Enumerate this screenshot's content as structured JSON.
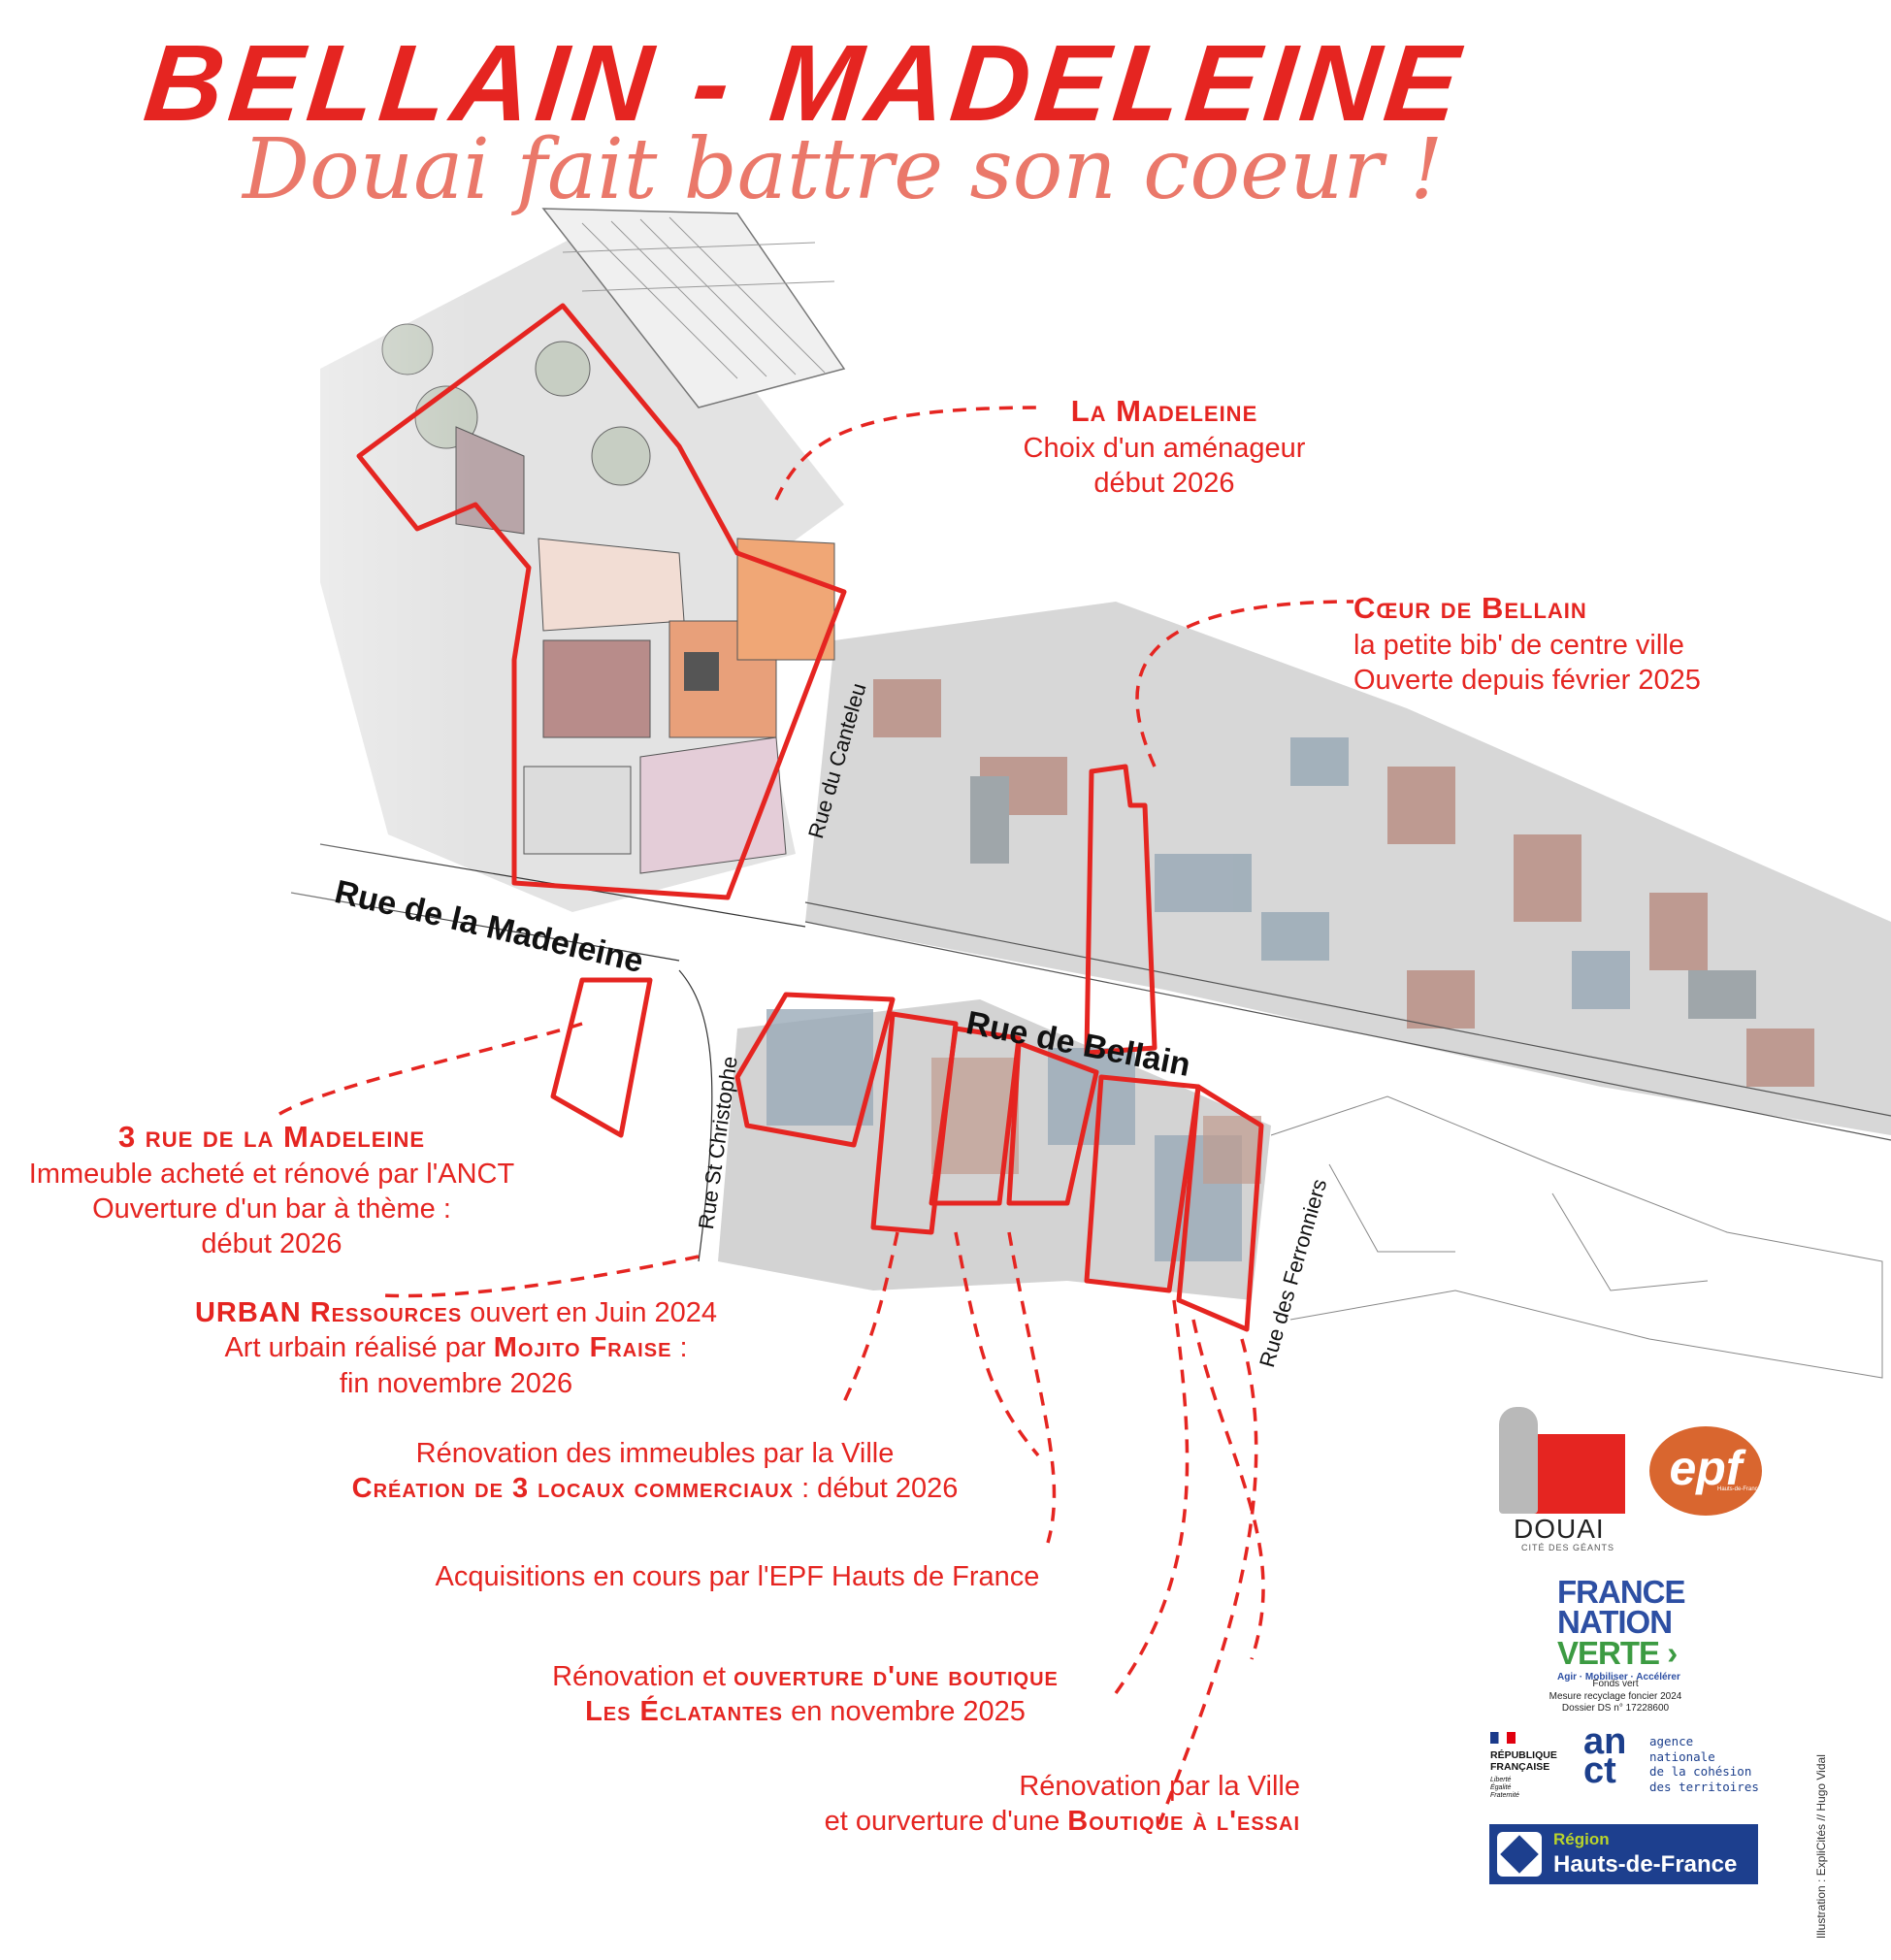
{
  "title": "BELLAIN - MADELEINE",
  "subtitle": "Douai fait battre son coeur !",
  "streets": {
    "madeleine": "Rue de la Madeleine",
    "bellain": "Rue de Bellain",
    "canteleu": "Rue du Canteleu",
    "st_christophe": "Rue St Christophe",
    "ferronniers": "Rue des Ferronniers"
  },
  "annotations": {
    "la_madeleine": {
      "heading": "La Madeleine",
      "line1": "Choix d'un aménageur",
      "line2": "début 2026"
    },
    "coeur_bellain": {
      "heading": "Cœur de Bellain",
      "line1": "la petite bib' de centre ville",
      "line2": "Ouverte depuis février 2025"
    },
    "rue_madeleine_3": {
      "heading": "3 rue de la Madeleine",
      "line1": "Immeuble acheté et rénové par l'ANCT",
      "line2": "Ouverture d'un bar à thème :",
      "line3": "début 2026"
    },
    "urban": {
      "bold1": "URBAN Ressources",
      "text1": " ouvert en Juin 2024",
      "text2": "Art urbain réalisé par ",
      "bold2": "Mojito Fraise",
      "text3": " :",
      "line3": "fin novembre 2026"
    },
    "renovation_ville": {
      "line1": "Rénovation des immeubles par la Ville",
      "bold": "Création de 3 locaux commerciaux",
      "text": " : début 2026"
    },
    "epf": {
      "line1": "Acquisitions en cours par l'EPF Hauts de France"
    },
    "eclatantes": {
      "text1": "Rénovation et ",
      "bold1": "ouverture d'une boutique",
      "bold2": "Les Éclatantes",
      "text2": " en novembre 2025"
    },
    "essai": {
      "line1": "Rénovation par la Ville",
      "text": "et ourverture d'une ",
      "bold": "Boutique à l'essai"
    }
  },
  "logos": {
    "douai": {
      "name": "DOUAI",
      "tagline": "CITÉ DES GÉANTS"
    },
    "epf": {
      "name": "epf",
      "small": "Hauts-de-France"
    },
    "fnv": {
      "line1": "FRANCE",
      "line2": "NATION",
      "line3": "VERTE",
      "tagline": "Agir · Mobiliser · Accélérer"
    },
    "fonds": {
      "line1": "Fonds vert",
      "line2": "Mesure recyclage foncier 2024",
      "line3": "Dossier DS n° 17228600"
    },
    "republique": {
      "line1": "RÉPUBLIQUE",
      "line2": "FRANÇAISE",
      "motto1": "Liberté",
      "motto2": "Égalité",
      "motto3": "Fraternité"
    },
    "anct": {
      "logo": "an ct",
      "line1": "agence nationale",
      "line2": "de la cohésion",
      "line3": "des territoires"
    },
    "region": {
      "line1": "Région",
      "line2": "Hauts-de-France"
    }
  },
  "credit": "Illustration : ExpliCités // Hugo Vidal",
  "colors": {
    "accent": "#e52521",
    "subtitle": "#e86a5a",
    "epf": "#d9662f",
    "region": "#1d3f8e",
    "fnv_blue": "#2d4fa3",
    "fnv_green": "#3c9b42"
  }
}
